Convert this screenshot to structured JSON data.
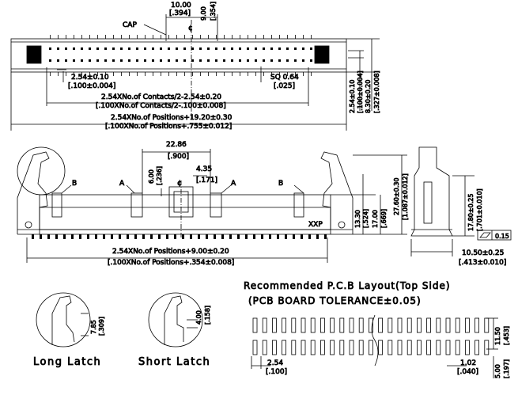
{
  "top_view": {
    "pitch_10": "10.00",
    "pitch_10_in": "[.394]",
    "pitch_9": "9.00",
    "pitch_9_in": "[.354]",
    "cap_label": "CAP",
    "centerline": "¢",
    "pitch_254": "2.54±0.10",
    "pitch_254_in": "[.100±0.004]",
    "sq": "SQ 0.64",
    "sq_in": "[.025]",
    "contacts_mm": "2.54XNo.of Contacts/2-2.54±0.20",
    "contacts_in": "[.100XNo.of Contacts/2-.100±0.008]",
    "positions_mm": "2.54XNo.of Positions+19.20±0.30",
    "positions_in": "[.100XNo.of Positions+.755±0.012]",
    "right_254": "2.54±0.10",
    "right_254_in": "[.100±0.004]",
    "right_830": "8.30±0.20",
    "right_830_in": "[.327±0.008]"
  },
  "front_view": {
    "w_2286": "22.86",
    "w_2286_in": "[.900]",
    "h_600": "6.00",
    "h_600_in": "[.236]",
    "w_435": "4.35",
    "w_435_in": "[.171]",
    "label_a": "A",
    "label_b": "B",
    "centerline": "¢",
    "brand": "XXP",
    "h_1330": "13.30",
    "h_1330_in": "[.524]",
    "h_1700": "17.00",
    "h_1700_in": "[.669]",
    "h_2760": "27.60±0.30",
    "h_2760_in": "[1.087±0.012]",
    "bottom_mm": "2.54XNo.of Positions+9.00±0.20",
    "bottom_in": "[.100XNo.of Positions+.354±0.008]"
  },
  "side_view": {
    "h_1780": "17.80±0.25",
    "h_1780_in": "[.701±0.010]",
    "flatness": "0.15",
    "w_1050": "10.50±0.25",
    "w_1050_in": "[.413±0.010]"
  },
  "latches": {
    "long_label": "Long Latch",
    "long_dim": "7.85",
    "long_dim_in": "[.309]",
    "short_label": "Short Latch",
    "short_dim": "4.00",
    "short_dim_in": "[.158]"
  },
  "pcb": {
    "title1": "Recommended P.C.B Layout(Top Side)",
    "title2": "(PCB BOARD TOLERANCE±0.05)",
    "p254": "2.54",
    "p254_in": "[.100]",
    "p102": "1.02",
    "p102_in": "[.040]",
    "r1150": "11.50",
    "r1150_in": "[.453]",
    "r500": "5.00",
    "r500_in": "[.197]"
  }
}
